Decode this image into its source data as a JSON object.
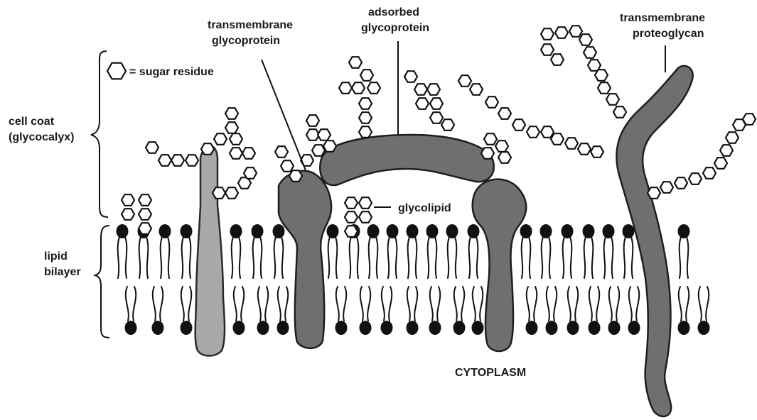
{
  "labels": {
    "transmembrane_glycoprotein": [
      "transmembrane",
      "glycoprotein"
    ],
    "adsorbed_glycoprotein": [
      "adsorbed",
      "glycoprotein"
    ],
    "transmembrane_proteoglycan": [
      "transmembrane",
      "proteoglycan"
    ],
    "sugar_residue": "= sugar residue",
    "cell_coat": [
      "cell coat",
      "(glycocalyx)"
    ],
    "glycolipid": "glycolipid",
    "lipid_bilayer": [
      "lipid",
      "bilayer"
    ],
    "cytoplasm": "CYTOPLASM"
  },
  "icons": {
    "sugar_residue": "hexagon-outline",
    "lipid_head": "filled-oval"
  },
  "colors": {
    "protein_fill": "#6f6f6f",
    "light_protein_fill": "#a9a9a9",
    "outline": "#111111",
    "background": "#ffffff"
  }
}
